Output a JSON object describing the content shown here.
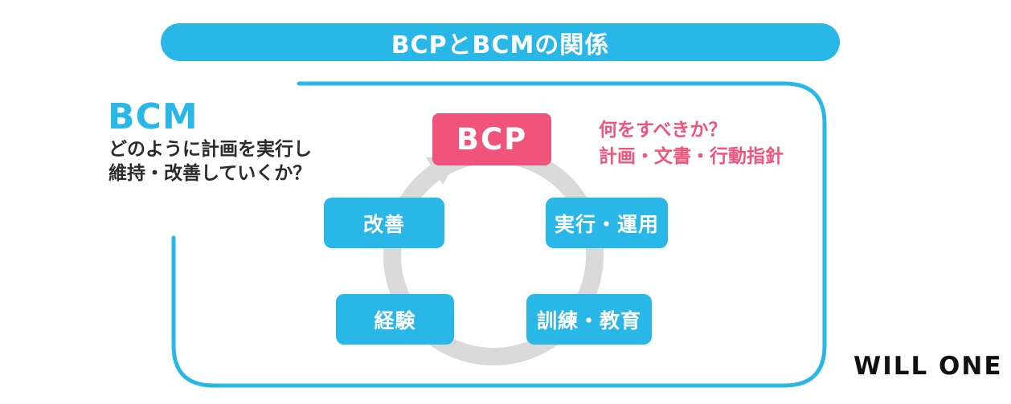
{
  "title": "BCPとBCMの関係",
  "bcm": {
    "label": "BCM",
    "description_line1": "どのように計画を実行し",
    "description_line2": "維持・改善していくか？"
  },
  "bcp": {
    "label": "BCP",
    "description_line1": "何をすべきか？",
    "description_line2": "計画・文書・行動指針"
  },
  "cycle": {
    "nodes": [
      {
        "label": "改善"
      },
      {
        "label": "実行・運用"
      },
      {
        "label": "経験"
      },
      {
        "label": "訓練・教育"
      }
    ],
    "direction": "clockwise"
  },
  "logo": "WILL ONE",
  "colors": {
    "cyan": "#29b7e8",
    "pink": "#f0547a",
    "gray": "#d9d9d9",
    "dark": "#2b2b2b"
  }
}
